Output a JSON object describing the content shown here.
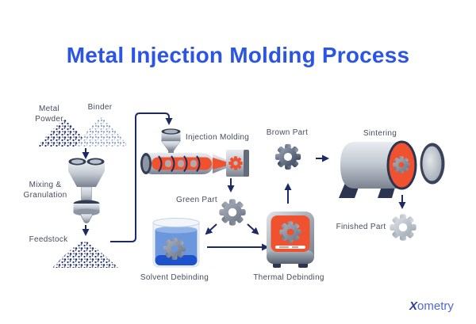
{
  "title": "Metal Injection Molding Process",
  "labels": {
    "metal_powder": "Metal\nPowder",
    "binder": "Binder",
    "mixing_granulation": "Mixing &\nGranulation",
    "feedstock": "Feedstock",
    "injection_molding": "Injection Molding",
    "green_part": "Green Part",
    "brown_part": "Brown Part",
    "sintering": "Sintering",
    "solvent_debinding": "Solvent Debinding",
    "thermal_debinding": "Thermal Debinding",
    "finished_part": "Finished Part"
  },
  "logo": {
    "x": "X",
    "rest": "ometry"
  },
  "colors": {
    "title_blue": "#2b55e2",
    "label_gray": "#454c5c",
    "arrow_navy": "#1d2a66",
    "accent_orange": "#f0512f",
    "powder_navy": "#1e2a66",
    "binder_blue": "#8ea4cf",
    "liquid_blue": "#6d97dc",
    "liquid_deep_blue": "#1d52cc",
    "metal_light": "#e9ecf0",
    "metal_dark": "#79828f",
    "logo_x_navy": "#2b3b9e",
    "logo_text_blue": "#5166d6"
  },
  "icons": {
    "metal_powder_pile": "speckled-mound",
    "binder_pile": "speckled-mound-light",
    "mixer": "mixing-granulation-machine",
    "feedstock_pile": "speckled-mound",
    "hopper": "funnel",
    "injection_molder": "screw-barrel-machine",
    "mold_block": "mold-with-gear",
    "green_part_gear": "gear",
    "brown_part_gear": "gear",
    "finished_part_gear": "gear",
    "solvent_beaker": "beaker-with-gear",
    "thermal_oven": "oven-with-gear",
    "sintering_furnace": "horizontal-furnace-with-lid"
  }
}
